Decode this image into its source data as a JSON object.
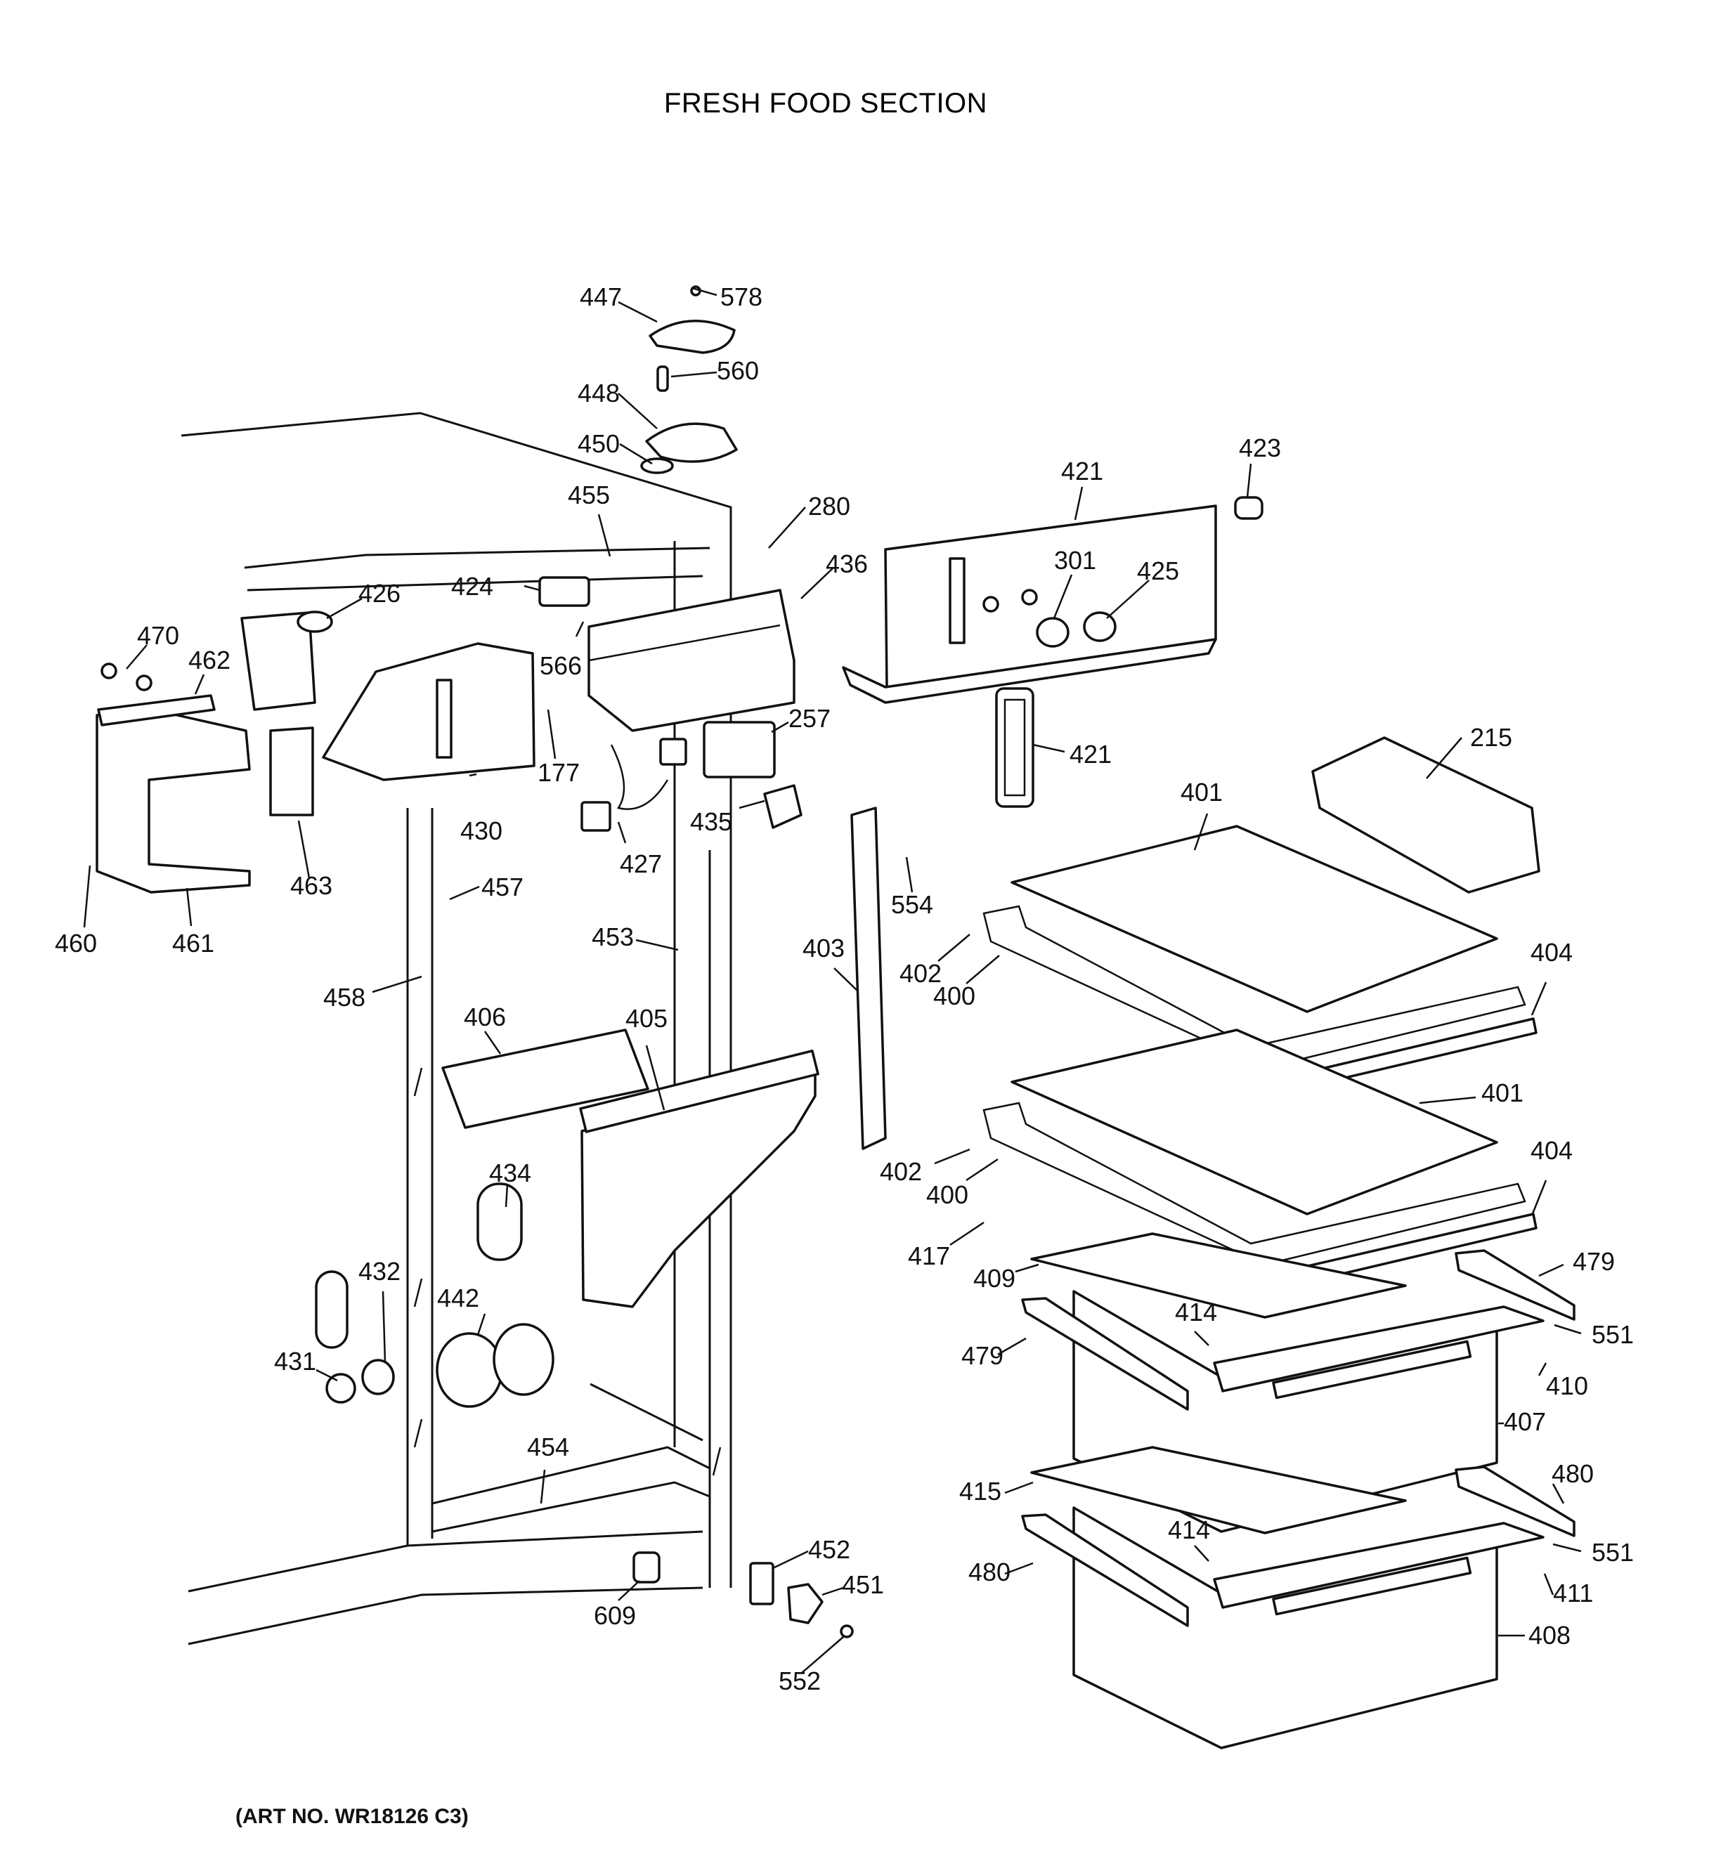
{
  "title": "FRESH FOOD SECTION",
  "art_number": "(ART NO. WR18126 C3)",
  "callouts": {
    "c447": "447",
    "c578": "578",
    "c448": "448",
    "c560": "560",
    "c450": "450",
    "c423": "423",
    "c421a": "421",
    "c455": "455",
    "c280": "280",
    "c424": "424",
    "c436": "436",
    "c301": "301",
    "c425": "425",
    "c426": "426",
    "c470": "470",
    "c462": "462",
    "c566": "566",
    "c257": "257",
    "c421b": "421",
    "c177": "177",
    "c215": "215",
    "c401a": "401",
    "c430": "430",
    "c435": "435",
    "c427": "427",
    "c463": "463",
    "c457": "457",
    "c554": "554",
    "c460": "460",
    "c461": "461",
    "c453": "453",
    "c403": "403",
    "c402a": "402",
    "c404a": "404",
    "c400a": "400",
    "c458": "458",
    "c406": "406",
    "c405": "405",
    "c401b": "401",
    "c434": "434",
    "c402b": "402",
    "c404b": "404",
    "c400b": "400",
    "c417": "417",
    "c479a": "479",
    "c432": "432",
    "c409": "409",
    "c442": "442",
    "c414a": "414",
    "c551a": "551",
    "c431": "431",
    "c479b": "479",
    "c410": "410",
    "c454": "454",
    "c407": "407",
    "c480a": "480",
    "c415": "415",
    "c414b": "414",
    "c551b": "551",
    "c452": "452",
    "c480b": "480",
    "c451": "451",
    "c411": "411",
    "c609": "609",
    "c408": "408",
    "c552": "552"
  }
}
